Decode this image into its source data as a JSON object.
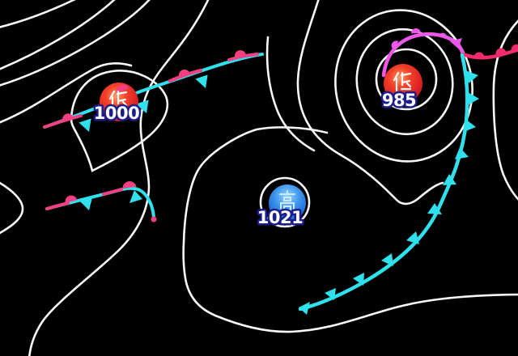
{
  "map": {
    "type": "weather-synoptic-chart",
    "background": "#000000",
    "colors": {
      "isobar": "#ffffff",
      "cold_front": "#2ee1ec",
      "warm_front": "#f12b6e",
      "stationary_pink": "#f43f82",
      "occluded_front": "#ee58ea",
      "label_fill": "#ffffff",
      "label_outline": "#1c1c8a",
      "glyph_low": "#ffffff",
      "glyph_high": "#cfe9ff"
    },
    "pressure_centers": [
      {
        "kind": "low",
        "symbol": "低",
        "pressure": "1000"
      },
      {
        "kind": "low",
        "symbol": "低",
        "pressure": "985"
      },
      {
        "kind": "high",
        "symbol": "高",
        "pressure": "1021"
      }
    ],
    "fronts": [
      {
        "type": "stationary",
        "location": "west-through-low-1000"
      },
      {
        "type": "stationary",
        "location": "southwest"
      },
      {
        "type": "occluded",
        "location": "over-low-985"
      },
      {
        "type": "warm",
        "location": "northeast-to-right-edge"
      },
      {
        "type": "cold",
        "location": "east-curving-to-southwest"
      }
    ]
  }
}
